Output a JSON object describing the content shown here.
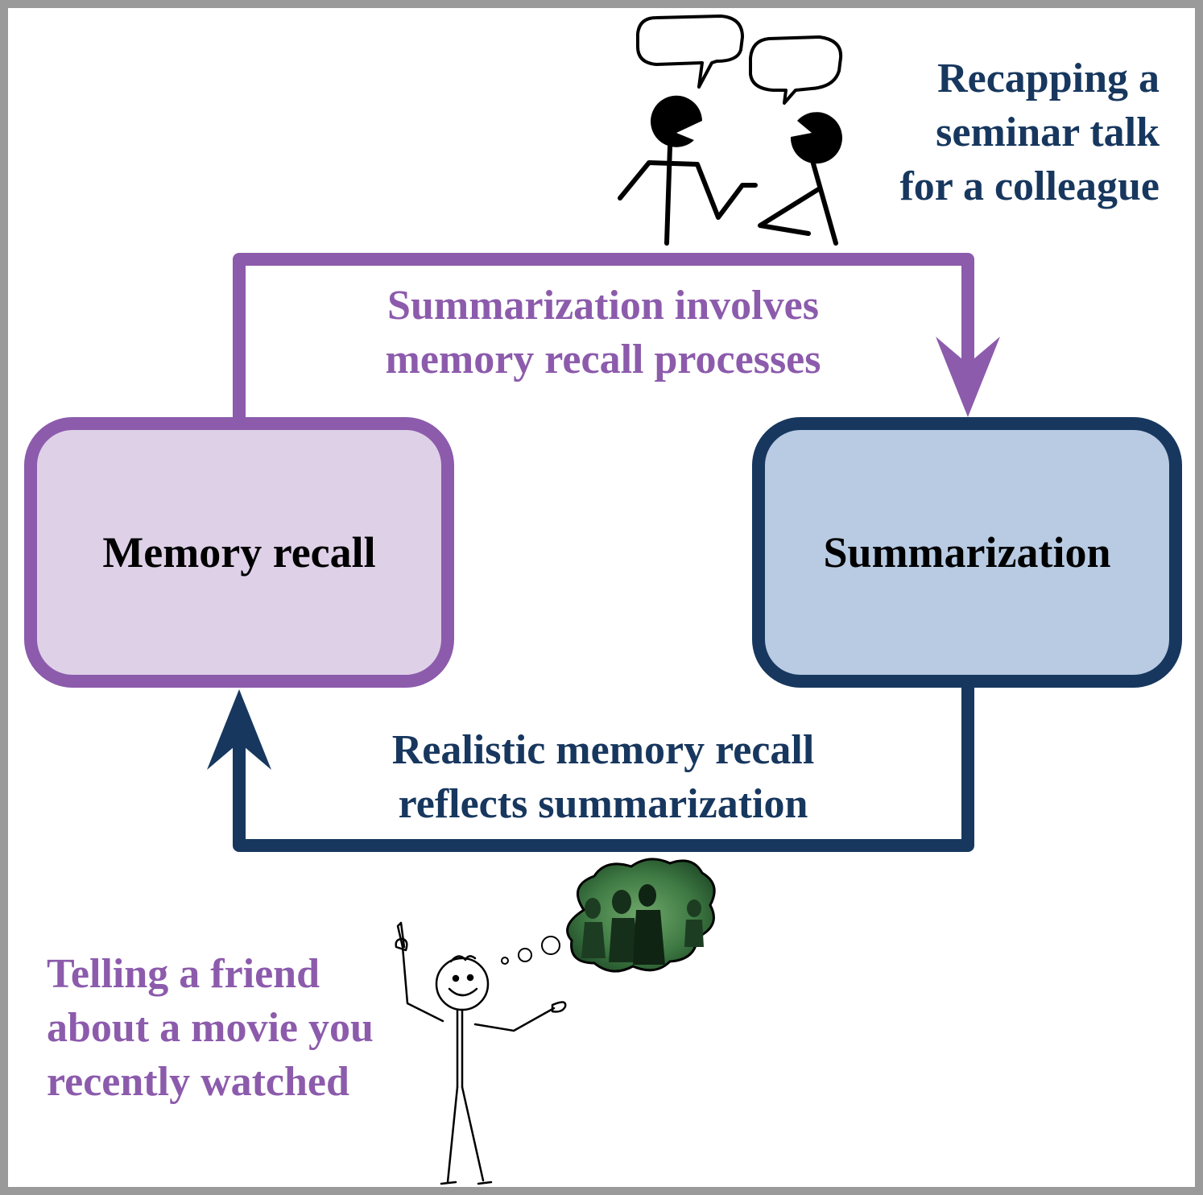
{
  "colors": {
    "purple": "#8c5bac",
    "purple_fill": "#ded0e7",
    "navy": "#17375e",
    "blue_fill": "#b8cbe3",
    "frame": "#9a9a9a"
  },
  "boxes": {
    "memory_recall": "Memory recall",
    "summarization": "Summarization"
  },
  "arrows": {
    "top_label_lines": [
      "Summarization involves",
      "memory recall processes"
    ],
    "bottom_label_lines": [
      "Realistic memory recall",
      "reflects summarization"
    ]
  },
  "examples": {
    "seminar_lines": [
      "Recapping a",
      "seminar talk",
      "for a colleague"
    ],
    "movie_lines": [
      "Telling a friend",
      "about a movie you",
      "recently watched"
    ]
  },
  "icons": {
    "top_illustration": "two-talking-stick-figures-icon",
    "bottom_illustration": "stick-figure-thinking-icon",
    "thought_bubble": "movie-thought-bubble-icon"
  }
}
